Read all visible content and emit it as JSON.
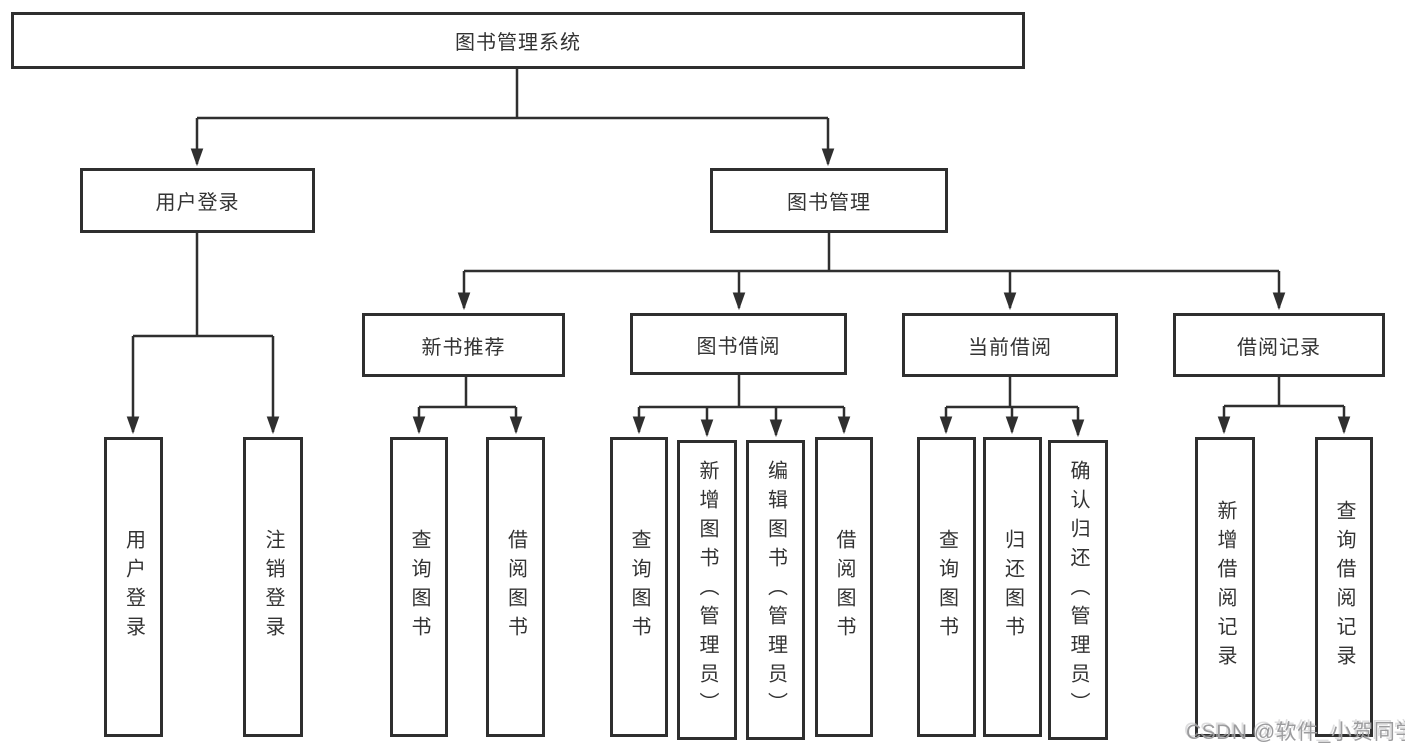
{
  "nodes": {
    "root": "图书管理系统",
    "user_login": {
      "label": "用户登录",
      "children": [
        "用户登录",
        "注销登录"
      ]
    },
    "book_mgmt": {
      "label": "图书管理"
    },
    "new_books": {
      "label": "新书推荐",
      "children": [
        "查询图书",
        "借阅图书"
      ]
    },
    "book_borrow": {
      "label": "图书借阅",
      "children": [
        "查询图书",
        "新增图书（管理员）",
        "编辑图书（管理员）",
        "借阅图书"
      ]
    },
    "current_borrow": {
      "label": "当前借阅",
      "children": [
        "查询图书",
        "归还图书",
        "确认归还（管理员）"
      ]
    },
    "borrow_records": {
      "label": "借阅记录",
      "children": [
        "新增借阅记录",
        "查询借阅记录"
      ]
    }
  },
  "watermark": "CSDN @软件_小贺同学",
  "colors": {
    "line": "#2f2f2f",
    "text": "#333333",
    "watermark": "#9c9c9e",
    "background": "#ffffff"
  }
}
